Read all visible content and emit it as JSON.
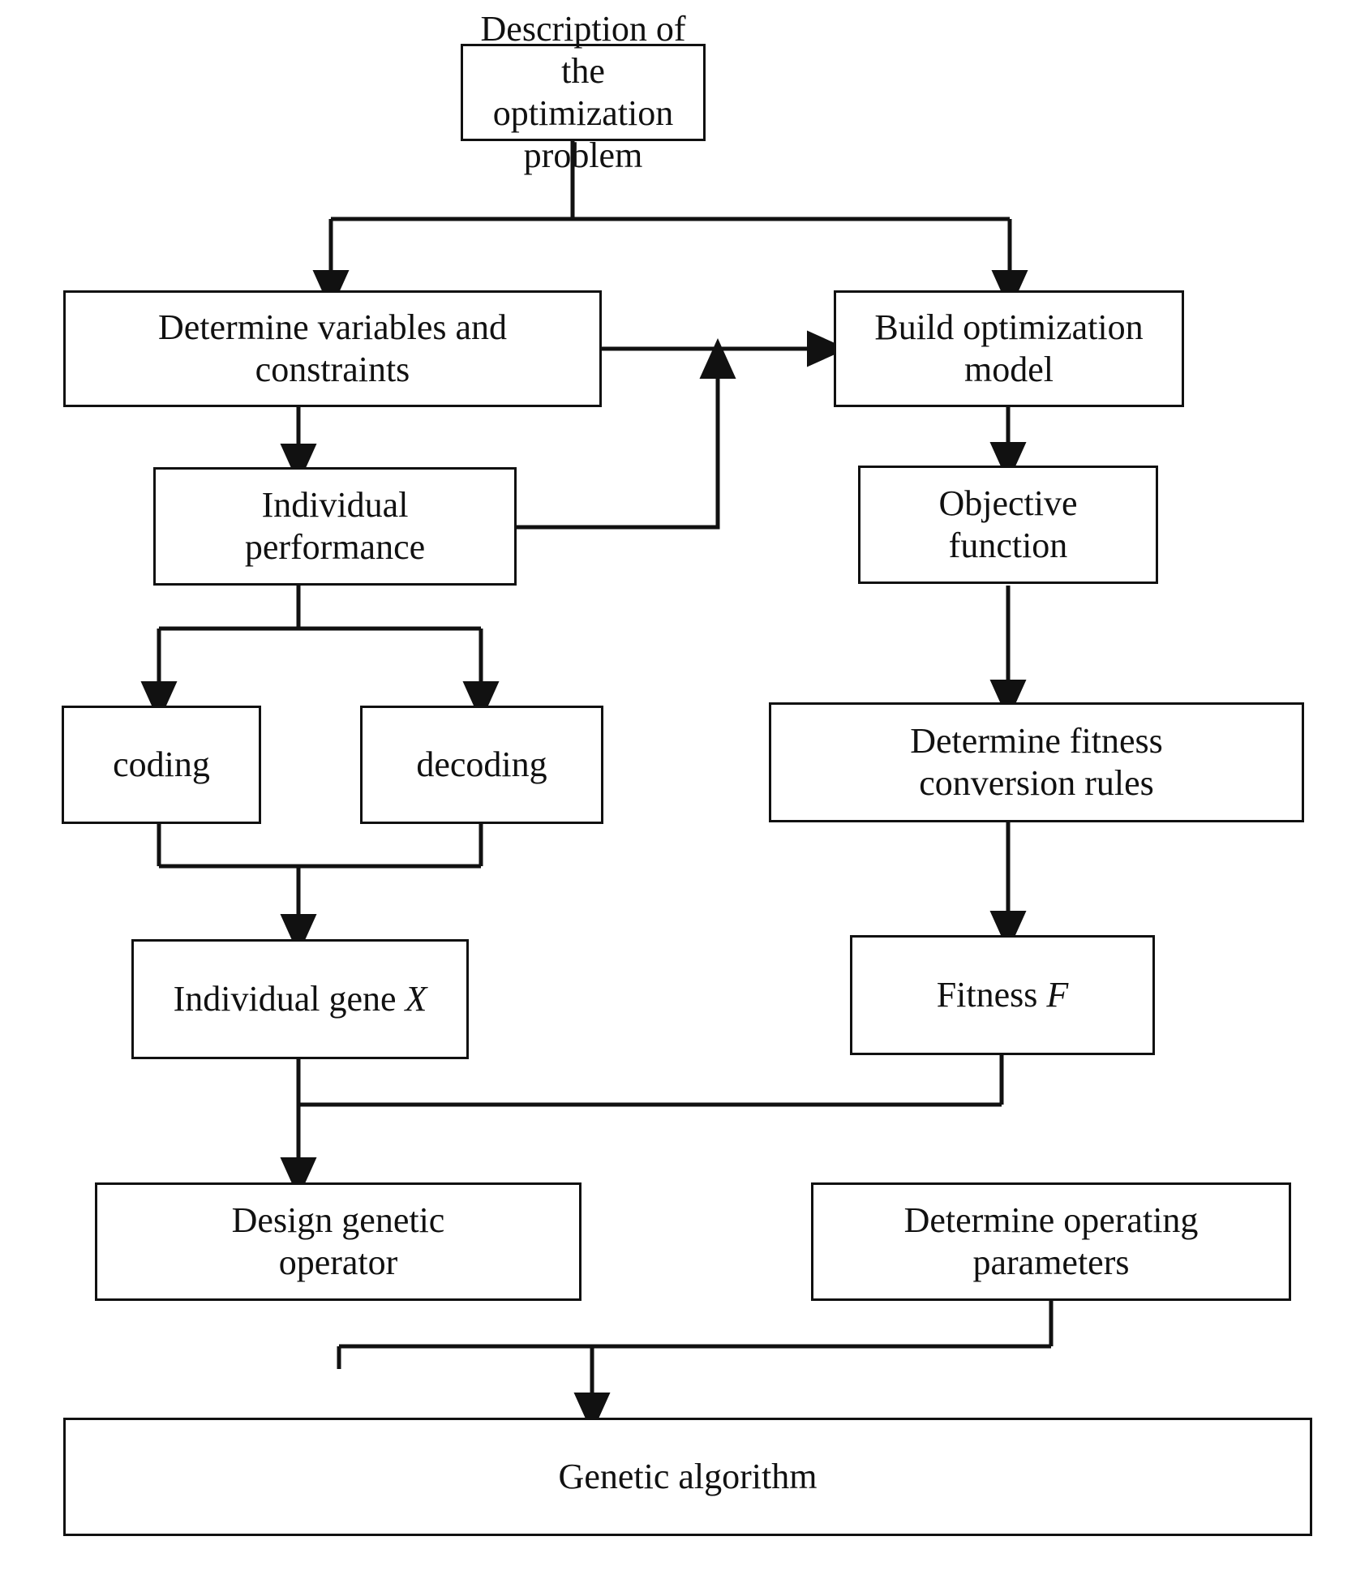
{
  "diagram": {
    "title": "Genetic algorithm design flowchart",
    "style": {
      "line_color": "#111111",
      "box_fill": "#ffffff",
      "background": "#ffffff"
    },
    "nodes": [
      {
        "id": "description",
        "label": "Description of the\noptimization problem"
      },
      {
        "id": "determine_vars",
        "label": "Determine variables and\nconstraints"
      },
      {
        "id": "build_model",
        "label": "Build  optimization\nmodel"
      },
      {
        "id": "individual_perf",
        "label": "Individual\nperformance"
      },
      {
        "id": "objective_fn",
        "label": "Objective\nfunction"
      },
      {
        "id": "coding",
        "label": "coding"
      },
      {
        "id": "decoding",
        "label": "decoding"
      },
      {
        "id": "fitness_rules",
        "label": "Determine fitness\nconversion rules"
      },
      {
        "id": "individual_gene",
        "label_plain": "Individual gene ",
        "label_italic": "X"
      },
      {
        "id": "fitness",
        "label_plain": "Fitness ",
        "label_italic": "F"
      },
      {
        "id": "design_operator",
        "label": "Design genetic\noperator"
      },
      {
        "id": "operating_params",
        "label": "Determine operating\nparameters"
      },
      {
        "id": "genetic_algorithm",
        "label": "Genetic algorithm"
      }
    ],
    "edges": [
      {
        "from": "description",
        "to": "determine_vars",
        "type": "split-left"
      },
      {
        "from": "description",
        "to": "build_model",
        "type": "split-right"
      },
      {
        "from": "determine_vars",
        "to": "build_model",
        "type": "horizontal-arrow"
      },
      {
        "from": "determine_vars",
        "to": "individual_perf",
        "type": "vertical-arrow"
      },
      {
        "from": "individual_perf",
        "to": "build_model",
        "type": "elbow-up-arrow"
      },
      {
        "from": "build_model",
        "to": "objective_fn",
        "type": "vertical-arrow"
      },
      {
        "from": "individual_perf",
        "to": "coding",
        "type": "split-left"
      },
      {
        "from": "individual_perf",
        "to": "decoding",
        "type": "split-right"
      },
      {
        "from": "objective_fn",
        "to": "fitness_rules",
        "type": "vertical-arrow"
      },
      {
        "from": "coding",
        "to": "individual_gene",
        "type": "merge"
      },
      {
        "from": "decoding",
        "to": "individual_gene",
        "type": "merge"
      },
      {
        "from": "fitness_rules",
        "to": "fitness",
        "type": "vertical-arrow"
      },
      {
        "from": "individual_gene",
        "to": "design_operator",
        "type": "merge"
      },
      {
        "from": "fitness",
        "to": "design_operator",
        "type": "merge"
      },
      {
        "from": "design_operator",
        "to": "genetic_algorithm",
        "type": "merge"
      },
      {
        "from": "operating_params",
        "to": "genetic_algorithm",
        "type": "merge"
      }
    ]
  }
}
